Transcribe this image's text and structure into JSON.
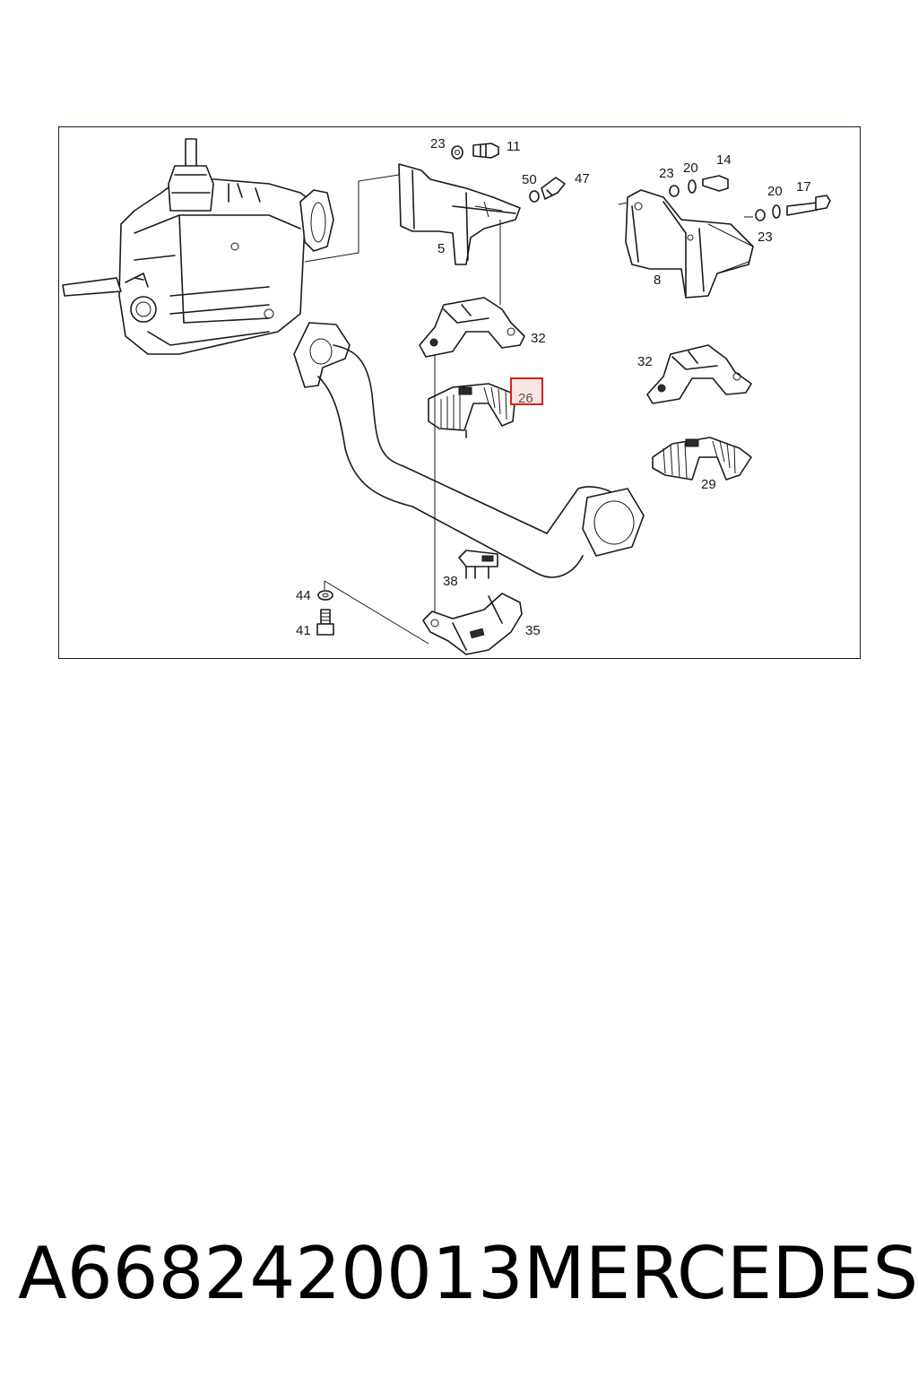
{
  "diagram": {
    "callouts": [
      "23",
      "11",
      "50",
      "47",
      "5",
      "23",
      "20",
      "14",
      "20",
      "17",
      "23",
      "8",
      "32",
      "32",
      "26",
      "29",
      "38",
      "44",
      "41",
      "35"
    ],
    "highlighted_callout": "26",
    "highlight_color": "#d42020"
  },
  "caption": {
    "part_number": "A6682420013",
    "brand": "MERCEDES"
  }
}
